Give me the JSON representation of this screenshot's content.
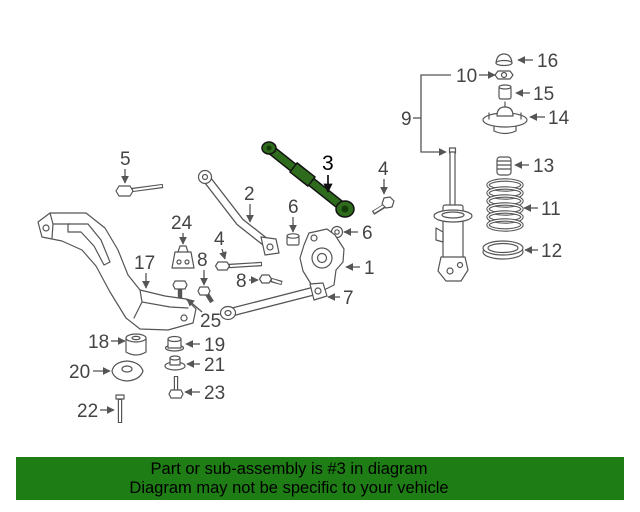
{
  "diagram": {
    "callouts": [
      "16",
      "10",
      "15",
      "14",
      "9",
      "13",
      "11",
      "12",
      "3",
      "4",
      "5",
      "2",
      "6",
      "6",
      "24",
      "4",
      "8",
      "17",
      "1",
      "8",
      "7",
      "25",
      "18",
      "19",
      "20",
      "21",
      "23",
      "22"
    ],
    "highlight_color": "#2f6b1c",
    "line_color": "#555555"
  },
  "banner": {
    "line1": "Part or sub-assembly is #3 in diagram",
    "line2": "Diagram may not be specific to your vehicle",
    "background": "#1e7d14",
    "text_color": "#000000"
  }
}
